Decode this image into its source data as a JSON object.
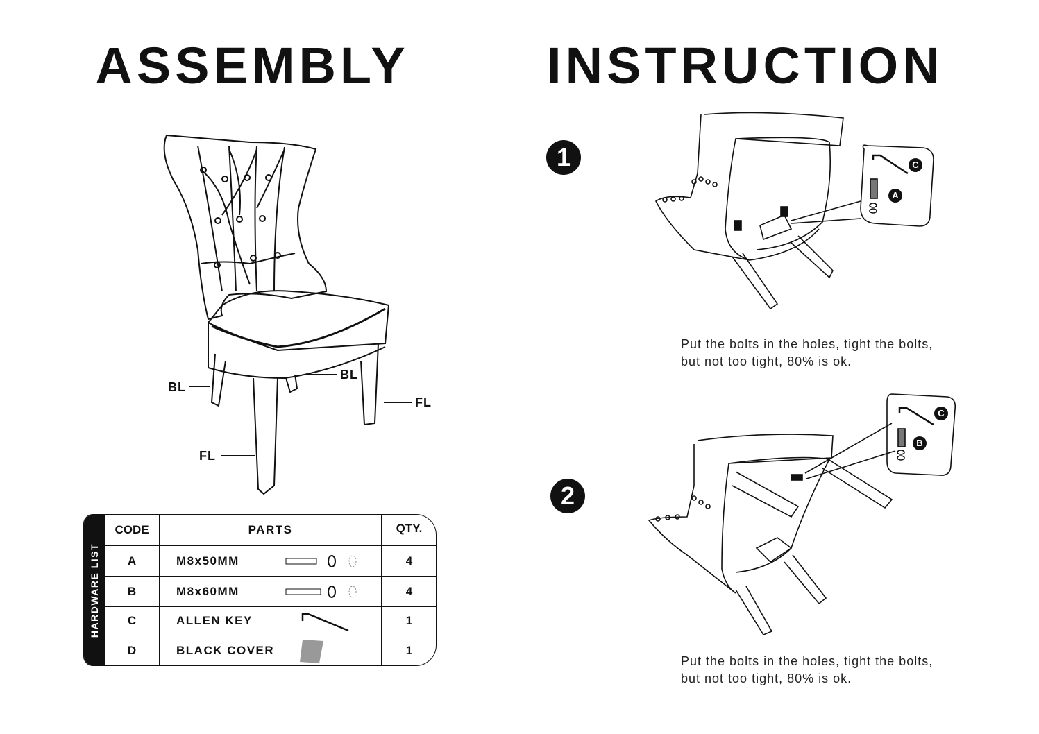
{
  "title": "ASSEMBLY   INSTRUCTION",
  "chair_labels": {
    "bl_left": "BL",
    "bl_right": "BL",
    "fl_right": "FL",
    "fl_left": "FL"
  },
  "steps": [
    {
      "number": "1",
      "callouts": [
        "C",
        "A"
      ],
      "caption_line1": "Put the bolts in the holes, tight the bolts,",
      "caption_line2": "but not too tight, 80% is ok."
    },
    {
      "number": "2",
      "callouts": [
        "C",
        "B"
      ],
      "caption_line1": "Put the bolts in the holes, tight the bolts,",
      "caption_line2": "but not too tight, 80% is ok."
    }
  ],
  "hardware": {
    "tab_label": "HARDWARE LIST",
    "headers": {
      "code": "CODE",
      "parts": "PARTS",
      "qty": "QTY."
    },
    "rows": [
      {
        "code": "A",
        "part": "M8x50MM",
        "qty": "4"
      },
      {
        "code": "B",
        "part": "M8x60MM",
        "qty": "4"
      },
      {
        "code": "C",
        "part": "ALLEN  KEY",
        "qty": "1"
      },
      {
        "code": "D",
        "part": "BLACK COVER",
        "qty": "1"
      }
    ]
  }
}
